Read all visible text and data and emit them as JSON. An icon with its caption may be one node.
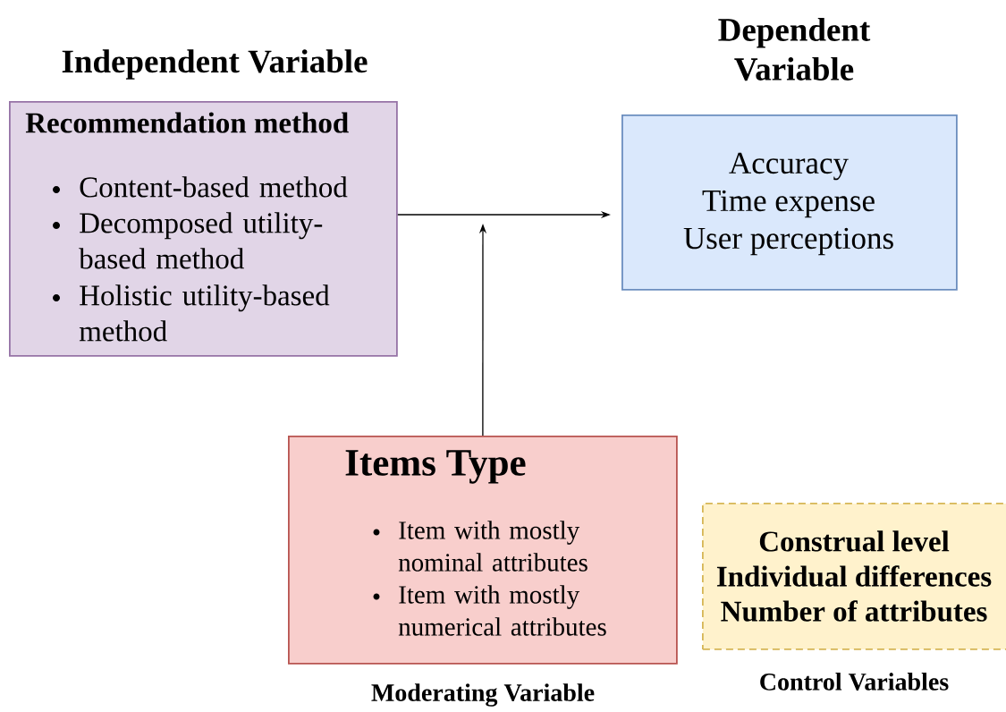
{
  "diagram": {
    "nodes": [
      {
        "text": [
          "Independent Variable",
          "Recommendation method",
          "Content-based method",
          "Decomposed utility-based method",
          "Holistic utility-based method"
        ]
      },
      {
        "text": [
          "Dependent Variable",
          "Accuracy",
          "Time expense",
          "User perceptions"
        ]
      },
      {
        "text": [
          "Items Type",
          "Item with mostly nominal attributes",
          "Item with mostly numerical attributes"
        ],
        "beside": [
          "Moderating Variable"
        ]
      },
      {
        "text": [
          "Construal level",
          "Individual differences",
          "Number of attributes"
        ],
        "beside": [
          "Control Variables"
        ]
      }
    ],
    "edges": [
      {
        "from": 0,
        "to": 1,
        "arrow": "to"
      },
      {
        "from": 2,
        "to": null,
        "arrow": "to"
      }
    ]
  }
}
